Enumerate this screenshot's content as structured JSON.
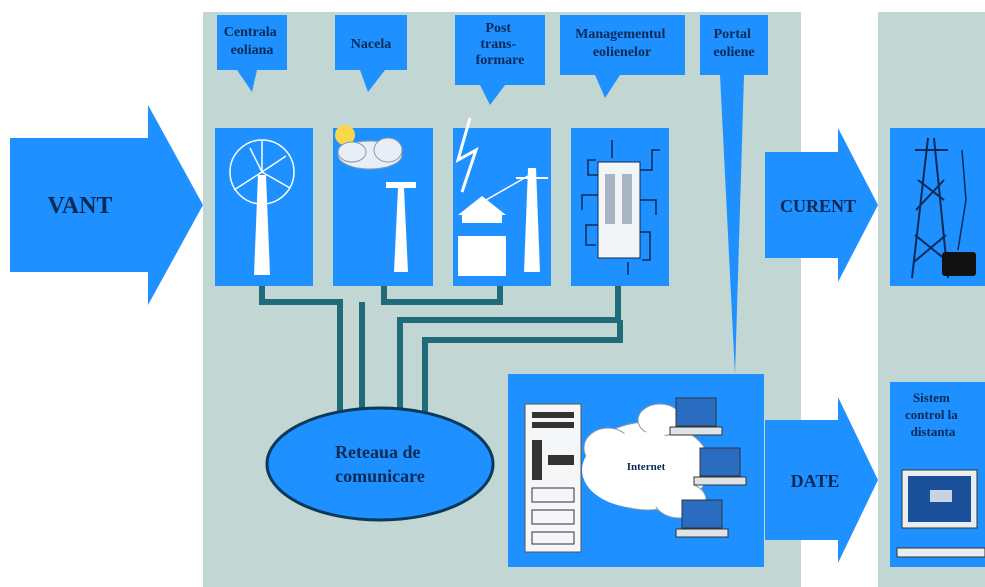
{
  "colors": {
    "blue": "#1e90ff",
    "panel": "#c2d6d3",
    "line": "#1f6b7a",
    "ellipseBorder": "#0a3a5a",
    "text": "#0b2a55"
  },
  "arrows": {
    "input": "VANT",
    "current": "CURENT",
    "data": "DATE"
  },
  "components": [
    {
      "label_lines": [
        "Centrala",
        "eoliana"
      ],
      "icon": "wind-turbine-icon"
    },
    {
      "label_lines": [
        "Nacela"
      ],
      "icon": "nacelle-sun-cloud-icon"
    },
    {
      "label_lines": [
        "Post",
        "trans-",
        "formare"
      ],
      "icon": "transformer-station-icon"
    },
    {
      "label_lines": [
        "Managementul",
        "eolienelor"
      ],
      "icon": "server-circuit-icon"
    },
    {
      "label_lines": [
        "Portal",
        "eoliene"
      ],
      "icon": ""
    }
  ],
  "network": {
    "label_lines": [
      "Reteaua de",
      "comunicare"
    ]
  },
  "portal_box": {
    "cloud_label": "Internet"
  },
  "remote_control": {
    "label_lines": [
      "Sistem",
      "control la",
      "distanta"
    ]
  }
}
